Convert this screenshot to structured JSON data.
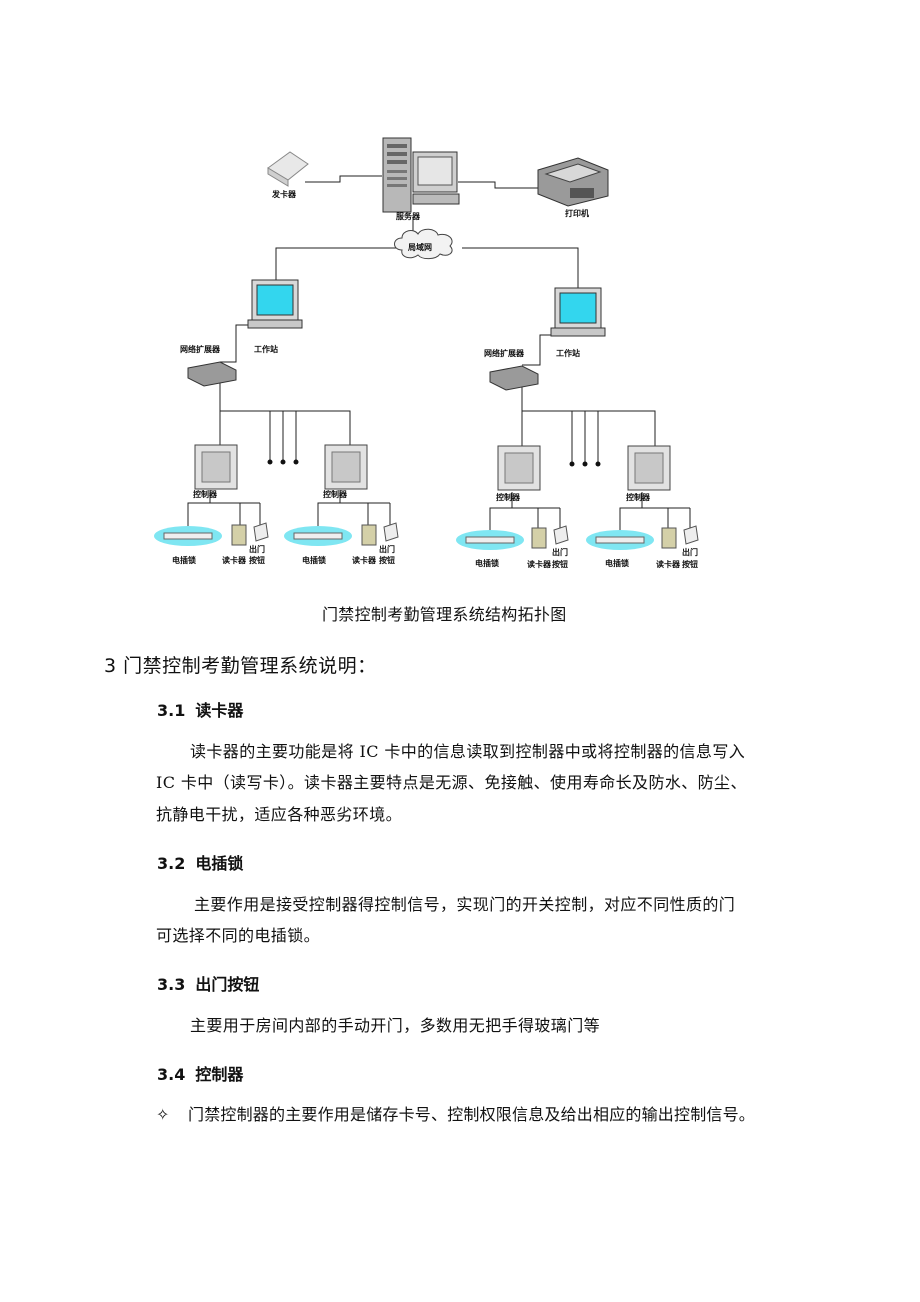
{
  "diagram": {
    "labels": {
      "card_issuer": "发卡器",
      "server": "服务器",
      "printer": "打印机",
      "lan": "局域网",
      "network_extender": "网络扩展器",
      "workstation": "工作站",
      "controller": "控制器",
      "electric_lock": "电插锁",
      "card_reader": "读卡器",
      "exit": "出门",
      "button": "按钮"
    }
  },
  "caption": "门禁控制考勤管理系统结构拓扑图",
  "section": {
    "title": "3 门禁控制考勤管理系统说明："
  },
  "subsections": [
    {
      "number": "3.1",
      "title": "读卡器"
    },
    {
      "number": "3.2",
      "title": "电插锁"
    },
    {
      "number": "3.3",
      "title": "出门按钮"
    },
    {
      "number": "3.4",
      "title": "控制器"
    }
  ],
  "paragraphs": {
    "p1_line1": "读卡器的主要功能是将 IC 卡中的信息读取到控制器中或将控制器的信息写入",
    "p1_line2": "IC 卡中（读写卡）。读卡器主要特点是无源、免接触、使用寿命长及防水、防尘、",
    "p1_line3": "抗静电干扰，适应各种恶劣环境。",
    "p2_line1": "主要作用是接受控制器得控制信号，实现门的开关控制，对应不同性质的门",
    "p2_line2": "可选择不同的电插锁。",
    "p3_line1": "主要用于房间内部的手动开门，多数用无把手得玻璃门等",
    "p4_bullet": "✧",
    "p4_line1": "门禁控制器的主要作用是储存卡号、控制权限信息及给出相应的输出控制信号。"
  }
}
